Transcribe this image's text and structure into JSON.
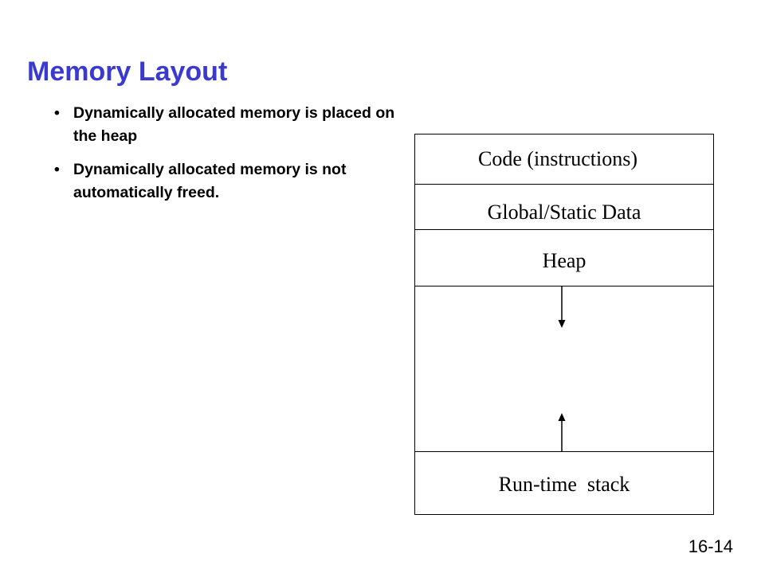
{
  "slide": {
    "title": "Memory Layout",
    "bullets": [
      "Dynamically allocated memory is placed on the heap",
      "Dynamically allocated memory is not automatically freed."
    ],
    "number": "16-14",
    "title_color": "#3a3ad0"
  },
  "diagram": {
    "segments": [
      "Code (instructions)",
      "Global/Static Data",
      "Heap",
      "",
      "Run-time  stack"
    ],
    "arrows": [
      "arrow-down-icon",
      "arrow-up-icon"
    ]
  }
}
